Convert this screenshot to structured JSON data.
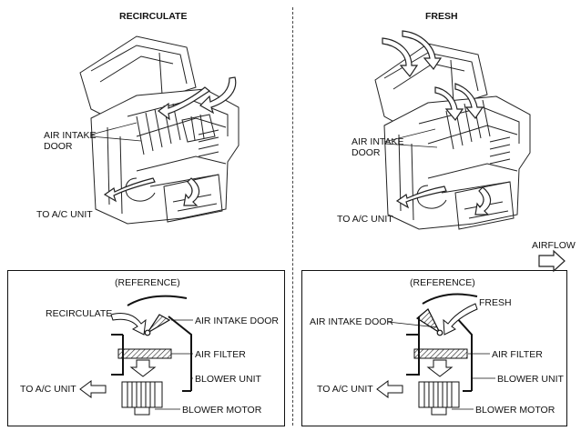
{
  "left": {
    "title": "RECIRCULATE",
    "air_intake_door": [
      "AIR INTAKE",
      "DOOR"
    ],
    "to_ac_unit": "TO A/C UNIT",
    "reference": {
      "title": "(REFERENCE)",
      "recirculate": "RECIRCULATE",
      "air_intake_door": "AIR INTAKE DOOR",
      "air_filter": "AIR FILTER",
      "blower_unit": "BLOWER UNIT",
      "to_ac_unit": "TO A/C UNIT",
      "blower_motor": "BLOWER MOTOR"
    }
  },
  "right": {
    "title": "FRESH",
    "air_intake_door": [
      "AIR INTAKE",
      "DOOR"
    ],
    "to_ac_unit": "TO A/C UNIT",
    "airflow": "AIRFLOW",
    "reference": {
      "title": "(REFERENCE)",
      "fresh": "FRESH",
      "air_intake_door": "AIR INTAKE DOOR",
      "air_filter": "AIR FILTER",
      "blower_unit": "BLOWER UNIT",
      "to_ac_unit": "TO A/C UNIT",
      "blower_motor": "BLOWER MOTOR"
    }
  }
}
